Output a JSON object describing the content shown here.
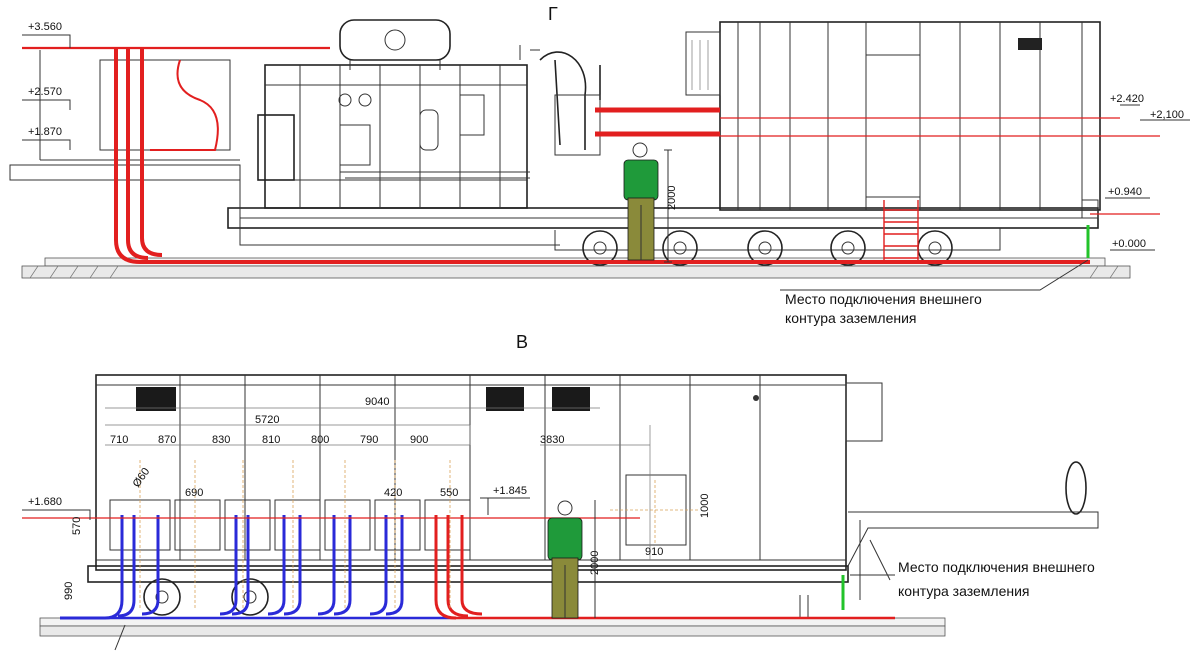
{
  "views": {
    "top": {
      "title": "Г",
      "levels": [
        "+3.560",
        "+2.570",
        "+1.870",
        "+2.420",
        "+2,100",
        "+0.940",
        "+0.000"
      ],
      "dim_vertical": "2000",
      "ground_note": [
        "Место подключения внешнего",
        "контура заземления"
      ]
    },
    "bottom": {
      "title": "В",
      "levels": [
        "+1.680",
        "+1.845"
      ],
      "dims": {
        "overall": "9040",
        "group": "5720",
        "right": "3830",
        "pitches": [
          "710",
          "870",
          "830",
          "810",
          "800",
          "790",
          "900"
        ],
        "box_widths": [
          "690",
          "420",
          "550"
        ],
        "diameter": "Ø60",
        "left_height": "570",
        "base_height": "990",
        "door_height": "1000",
        "door_width": "910",
        "person_height": "2000"
      },
      "ground_note": [
        "Место подключения внешнего",
        "контура заземления"
      ]
    }
  },
  "colors": {
    "cable_hv": "#e21f1f",
    "cable_lv": "#2a2ad8",
    "ground": "#22c32a",
    "person_shirt": "#1f9a3a",
    "person_pants": "#8a8a3a"
  }
}
